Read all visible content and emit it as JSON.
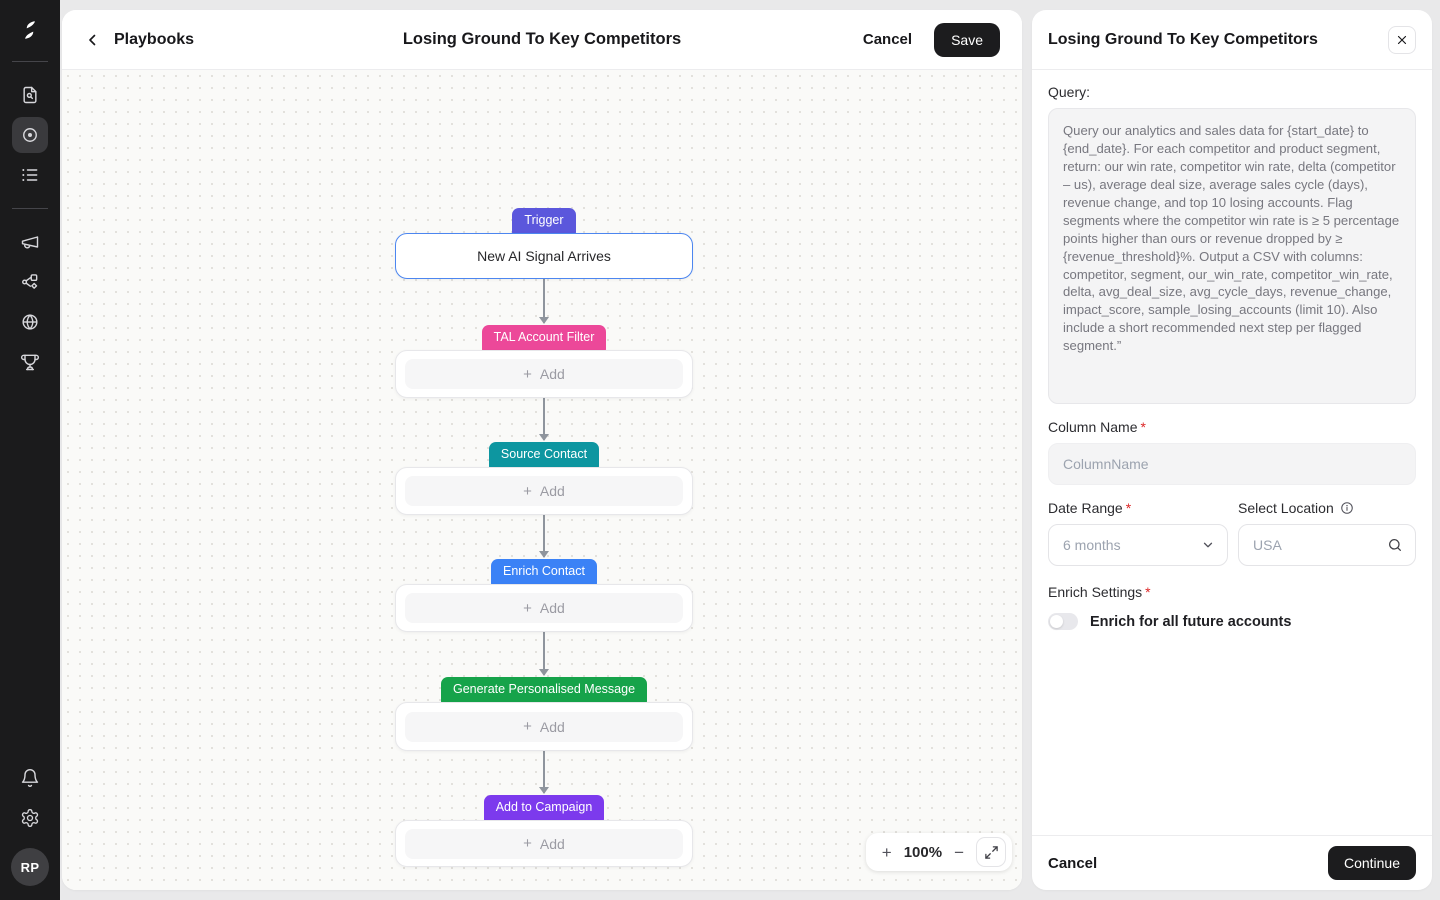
{
  "sidebar": {
    "avatar_initials": "RP",
    "icons": [
      "logo",
      "document-search",
      "target",
      "list",
      "megaphone",
      "workflow",
      "globe",
      "trophy",
      "bell",
      "gear"
    ]
  },
  "canvas_header": {
    "back_label": "Playbooks",
    "title": "Losing Ground To Key Competitors",
    "cancel_label": "Cancel",
    "save_label": "Save"
  },
  "workflow": {
    "steps": [
      {
        "badge": "Trigger",
        "badge_color": "#5b57dc",
        "type": "trigger",
        "title": "New AI Signal Arrives"
      },
      {
        "badge": "TAL Account Filter",
        "badge_color": "#ec4899",
        "type": "add",
        "add_label": "Add"
      },
      {
        "badge": "Source Contact",
        "badge_color": "#0d96a0",
        "type": "add",
        "add_label": "Add"
      },
      {
        "badge": "Enrich Contact",
        "badge_color": "#3b82f6",
        "type": "add",
        "add_label": "Add"
      },
      {
        "badge": "Generate Personalised Message",
        "badge_color": "#16a34a",
        "type": "add",
        "add_label": "Add"
      },
      {
        "badge": "Add to Campaign",
        "badge_color": "#7c3aed",
        "type": "add",
        "add_label": "Add"
      }
    ]
  },
  "zoom_controls": {
    "zoom_in": "+",
    "zoom_level": "100%",
    "zoom_out": "−"
  },
  "panel": {
    "title": "Losing Ground To Key Competitors",
    "query_label": "Query:",
    "query_text": "Query our analytics and sales data for {start_date} to {end_date}. For each competitor and product segment, return: our win rate, competitor win rate, delta (competitor – us), average deal size, average sales cycle (days), revenue change, and top 10 losing accounts. Flag segments where the competitor win rate is ≥ 5 percentage points higher than ours or revenue dropped by ≥ {revenue_threshold}%. Output a CSV with columns: competitor, segment, our_win_rate, competitor_win_rate, delta, avg_deal_size, avg_cycle_days, revenue_change, impact_score, sample_losing_accounts (limit 10). Also include a short recommended next step per flagged segment.”",
    "column_name": {
      "label": "Column Name",
      "required": "*",
      "placeholder": "ColumnName"
    },
    "date_range": {
      "label": "Date Range",
      "required": "*",
      "value": "6 months"
    },
    "location": {
      "label": "Select Location",
      "placeholder": "USA"
    },
    "enrich": {
      "label": "Enrich Settings",
      "required": "*",
      "toggle_label": "Enrich for all future accounts",
      "toggle_on": false
    },
    "footer": {
      "cancel_label": "Cancel",
      "continue_label": "Continue"
    }
  }
}
